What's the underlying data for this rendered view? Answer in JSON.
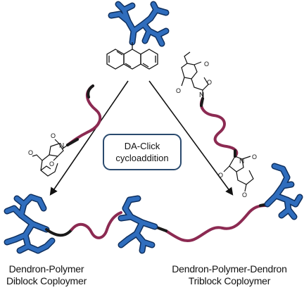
{
  "center_box": {
    "line1": "DA-Click",
    "line2": "cycloaddition"
  },
  "products": {
    "left": {
      "line1": "Dendron-Polymer",
      "line2": "Diblock Coploymer"
    },
    "right": {
      "line1": "Dendron-Polymer-Dendron",
      "line2": "Triblock Coploymer"
    }
  },
  "colors": {
    "dendron_blue": "#2f6dbd",
    "dendron_outline": "#0e2f5e",
    "polymer_purple": "#8c2a52",
    "polymer_dark": "#1a1a1a",
    "box_border": "#2a4a6e",
    "arrow": "#111111"
  }
}
